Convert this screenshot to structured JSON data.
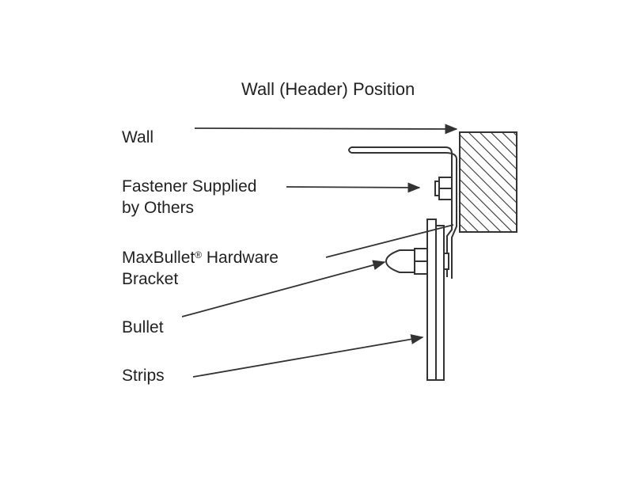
{
  "title": "Wall (Header) Position",
  "labels": {
    "wall": "Wall",
    "fastener_line1": "Fastener Supplied",
    "fastener_line2": "by Others",
    "maxbullet_line1_text": "MaxBullet",
    "maxbullet_line1_mark": "®",
    "maxbullet_line1_rest": " Hardware",
    "maxbullet_line2": "Bracket",
    "bullet": "Bullet",
    "strips": "Strips"
  },
  "colors": {
    "stroke": "#333333",
    "text": "#222222",
    "background": "#ffffff"
  }
}
